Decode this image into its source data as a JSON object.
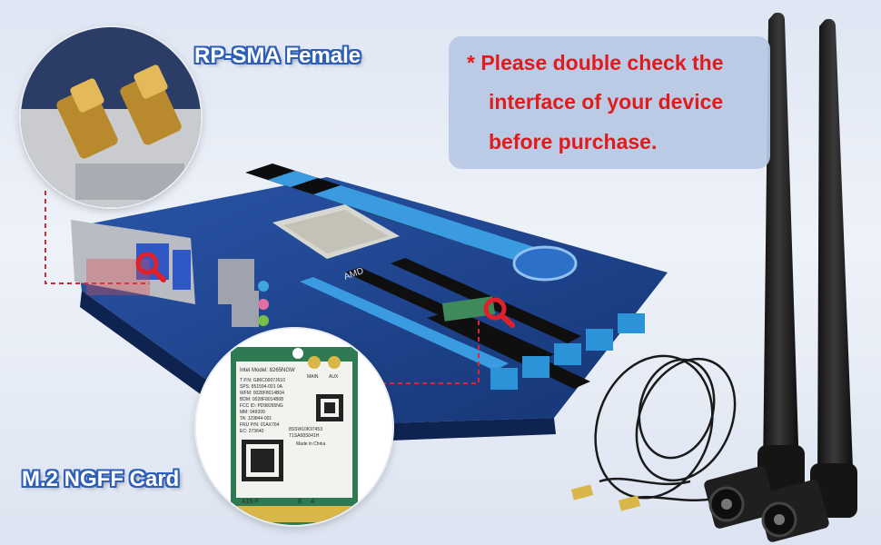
{
  "labels": {
    "connector_label": "RP-SMA Female",
    "card_label": "M.2 NGFF Card"
  },
  "notice": {
    "line1": "* Please double check the",
    "line2": "interface of your device",
    "line3": "before purchase."
  },
  "wifi_card": {
    "model": "Intel Model: 8265NGW",
    "lines": [
      "T P.N: G86C0007J610",
      "SPS: 851594-001    0A",
      "WFM: 0028F8014B04",
      "BDM: 0028F8014B08",
      "FCC ID: PD98265NG",
      "MM: 949399",
      "TA: J29844-001",
      "FRU P/N: 01AX704",
      "EC: 273640"
    ],
    "main_label": "MAIN",
    "aux_label": "AUX",
    "serial": "8SSW10K97453",
    "serial2": "T1SA68S041H",
    "made_in": "Made in China",
    "key_label": "A16-F",
    "pin_labels": [
      "E",
      "A"
    ]
  },
  "board": {
    "chip_label": "AMD"
  },
  "colors": {
    "notice_text": "#e01b1b",
    "label_outline": "#2d5fb8",
    "board_blue": "#1d3f8a",
    "card_green": "#2f7a52",
    "guide_line": "#d6283a"
  }
}
